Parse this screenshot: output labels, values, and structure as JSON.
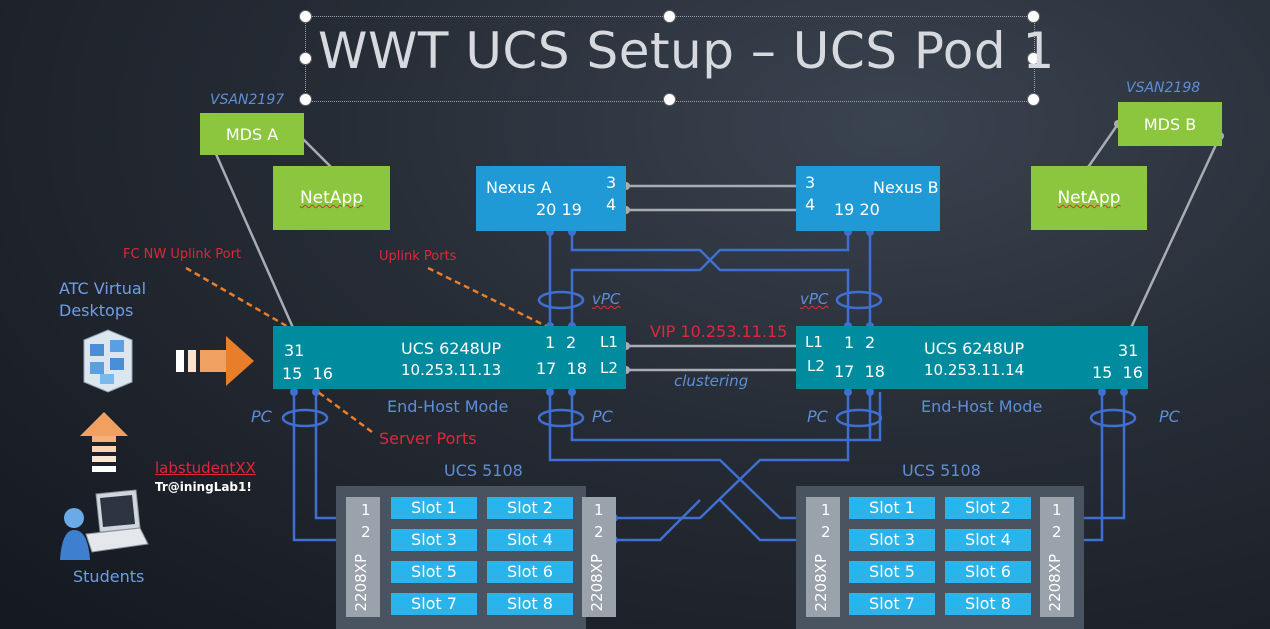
{
  "title": "WWT UCS Setup – UCS Pod 1",
  "mds_a": {
    "label": "MDS A",
    "vsan": "VSAN2197"
  },
  "mds_b": {
    "label": "MDS B",
    "vsan": "VSAN2198"
  },
  "netapp_a": {
    "label": "NetApp"
  },
  "netapp_b": {
    "label": "NetApp"
  },
  "nexus_a": {
    "label": "Nexus A",
    "port_top": "3",
    "port_bottom": "4",
    "ports_down": "20 19"
  },
  "nexus_b": {
    "label": "Nexus B",
    "port_top": "3",
    "port_bottom": "4",
    "ports_down": "19 20"
  },
  "fi_a": {
    "model": "UCS 6248UP",
    "ip": "10.253.11.13",
    "p31": "31",
    "p15_16": "15  16",
    "p1": "1",
    "p2": "2",
    "p17_18": "17  18",
    "l1": "L1",
    "l2": "L2",
    "mode": "End-Host Mode"
  },
  "fi_b": {
    "model": "UCS 6248UP",
    "ip": "10.253.11.14",
    "p31": "31",
    "p15_16": "15  16",
    "p1": "1",
    "p2": "2",
    "p17_18": "17  18",
    "l1": "L1",
    "l2": "L2",
    "mode": "End-Host Mode"
  },
  "vip": "VIP 10.253.11.15",
  "clustering": "clustering",
  "vpc": "vPC",
  "pc": "PC",
  "annotations": {
    "fc_uplink": "FC NW Uplink Port",
    "uplink_ports": "Uplink Ports",
    "server_ports": "Server Ports"
  },
  "atc": {
    "line1": "ATC Virtual",
    "line2": "Desktops"
  },
  "students": "Students",
  "credentials": {
    "user": "labstudentXX",
    "password": "Tr@iningLab1!"
  },
  "chassis_a": {
    "label": "UCS 5108",
    "iom": "2208XP",
    "p1": "1",
    "p2": "2",
    "slots": [
      "Slot 1",
      "Slot 2",
      "Slot 3",
      "Slot 4",
      "Slot 5",
      "Slot 6",
      "Slot 7",
      "Slot 8"
    ]
  },
  "chassis_b": {
    "label": "UCS 5108",
    "iom": "2208XP",
    "p1": "1",
    "p2": "2",
    "slots": [
      "Slot 1",
      "Slot 2",
      "Slot 3",
      "Slot 4",
      "Slot 5",
      "Slot 6",
      "Slot 7",
      "Slot 8"
    ]
  },
  "colors": {
    "link": "#3f6fd0",
    "green": "#8cc63f",
    "nexus": "#1f9ad6",
    "fi": "#008b9e",
    "slot": "#29b4ec",
    "annotation": "#e0263a",
    "arrow": "#e87d2a"
  }
}
